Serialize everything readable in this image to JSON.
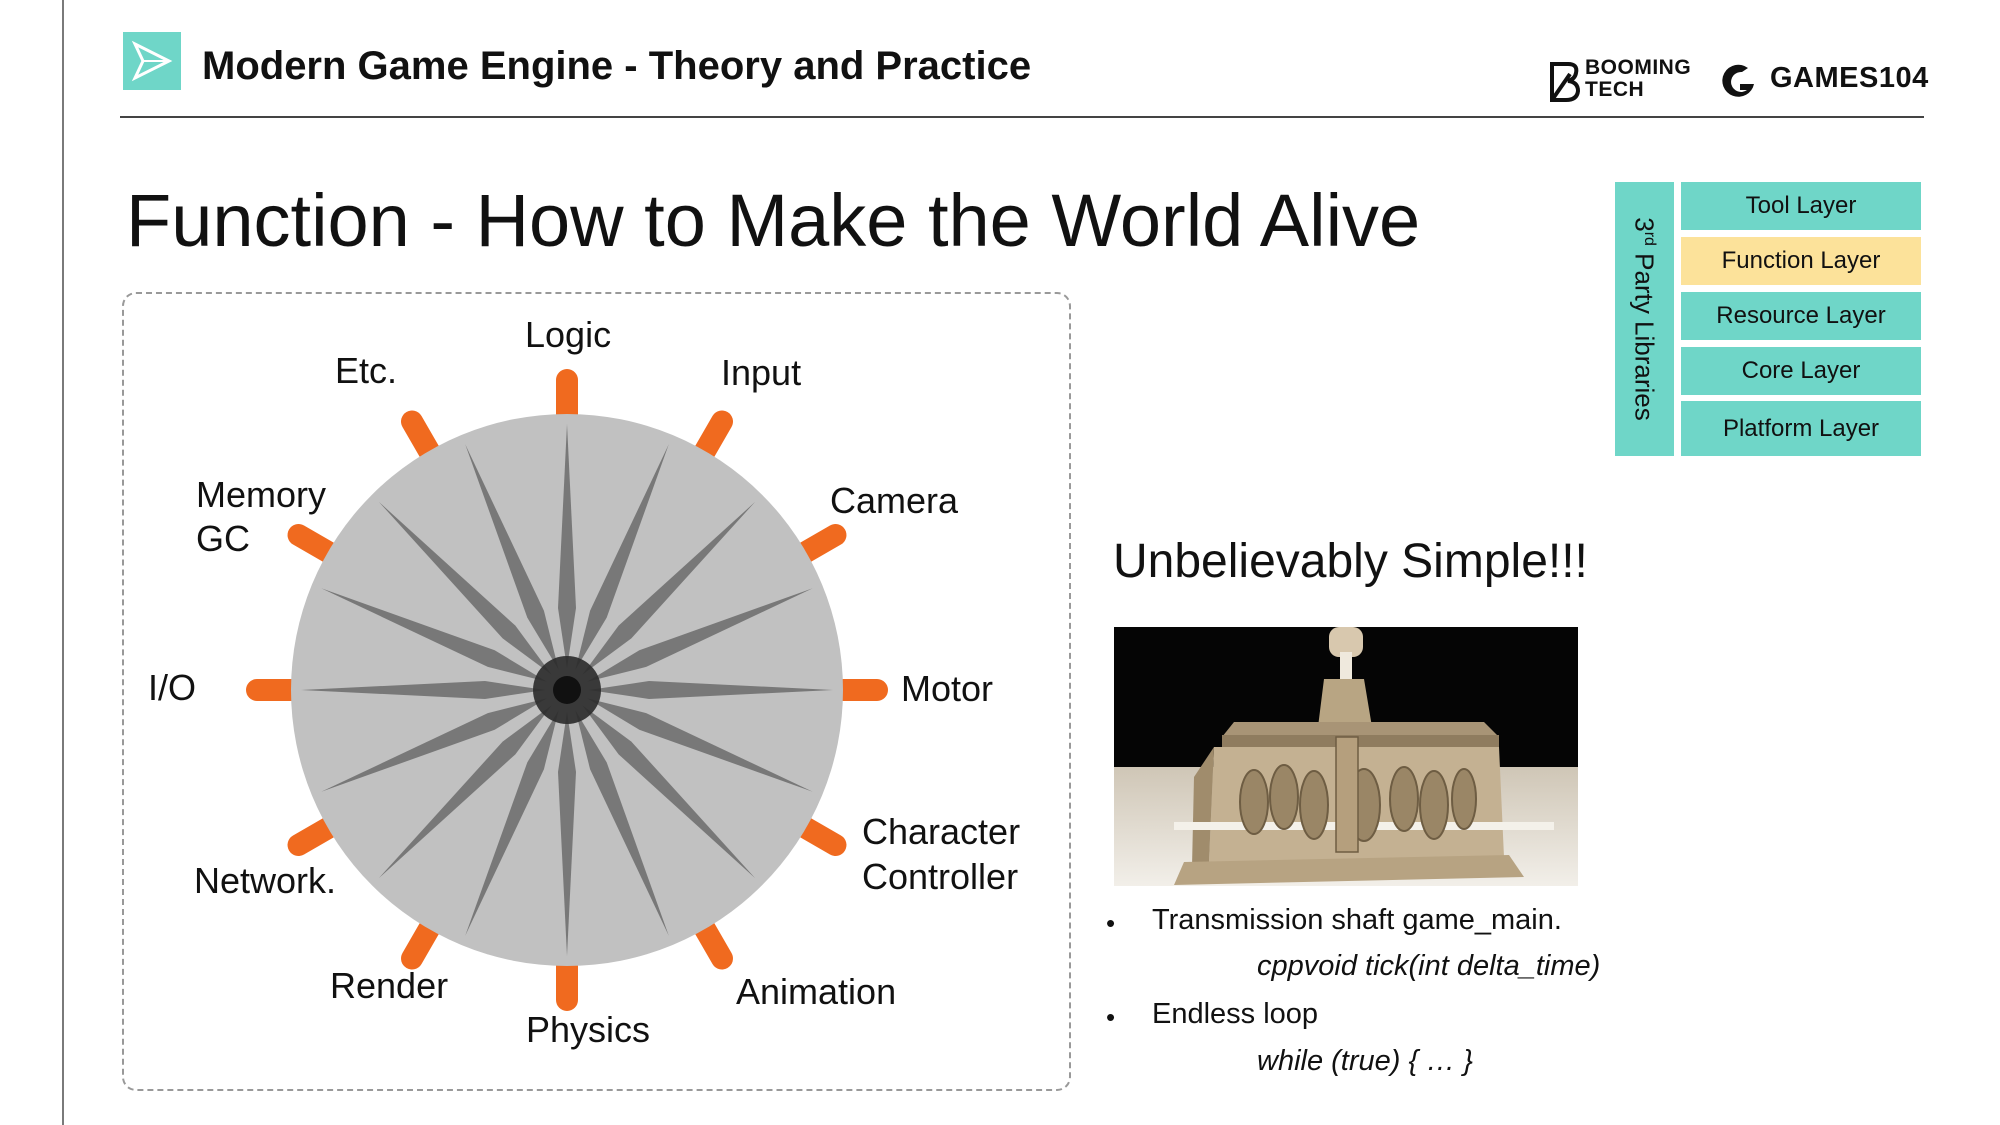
{
  "header": {
    "title": "Modern Game Engine - Theory and Practice",
    "brand_booming_line1": "BOOMING",
    "brand_booming_line2": "TECH",
    "brand_games": "GAMES104"
  },
  "slide": {
    "title": "Function - How to Make the World Alive"
  },
  "wheel": {
    "labels": [
      "Logic",
      "Input",
      "Camera",
      "Motor",
      "Character",
      "Controller",
      "Animation",
      "Physics",
      "Render",
      "Network.",
      "I/O",
      "Memory",
      "GC",
      "Etc."
    ],
    "spoke_color": "#f06a1f",
    "disk_color": "#c1c1c1",
    "blade_color": "#787878"
  },
  "layers": {
    "side_label_sup": "rd",
    "side_label_num": "3",
    "side_label_rest": " Party Libraries",
    "items": [
      "Tool Layer",
      "Function Layer",
      "Resource Layer",
      "Core Layer",
      "Platform Layer"
    ],
    "active": "Function Layer",
    "color": "#6fd6c8",
    "active_color": "#fce29a"
  },
  "main": {
    "headline": "Unbelievably Simple!!!",
    "bullets": [
      {
        "text": "Transmission shaft game_main.",
        "code": "cppvoid tick(int delta_time)"
      },
      {
        "text": "Endless loop",
        "code": "while (true) { … }"
      }
    ],
    "bullet_char": "•"
  }
}
